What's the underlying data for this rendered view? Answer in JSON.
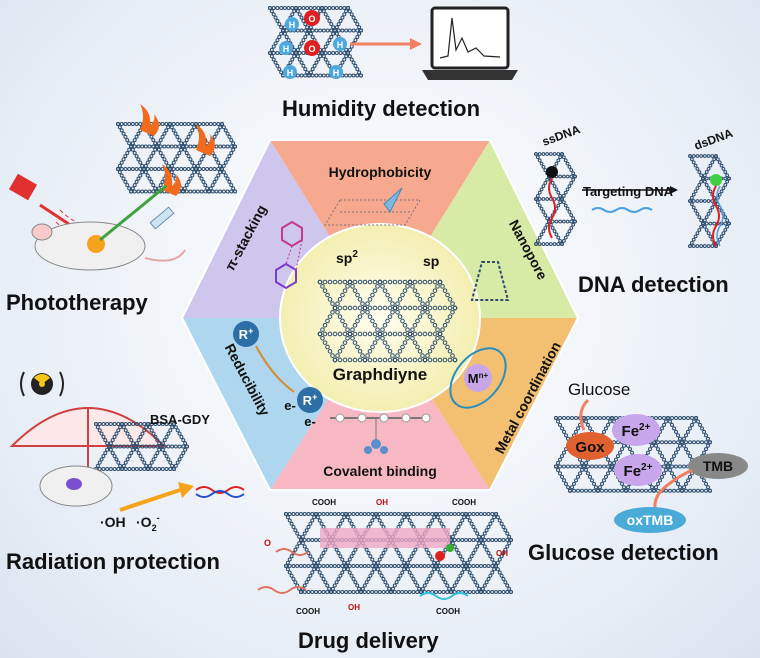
{
  "center": {
    "title": "Graphdiyne",
    "sp2": "sp",
    "sp2_sup": "2",
    "sp": "sp"
  },
  "segments": {
    "top": "Hydrophobicity",
    "upper_right": "Nanopore",
    "lower_right": "Metal coordination",
    "bottom": "Covalent binding",
    "lower_left": "Reducibility",
    "upper_left": "π-stacking"
  },
  "segment_marks": {
    "r_plus": "R",
    "r_plus_sup": "+",
    "e_minus": "e-",
    "m_n": "M",
    "m_n_sup": "n+"
  },
  "applications": {
    "humidity": "Humidity detection",
    "phototherapy": "Phototherapy",
    "dna": "DNA detection",
    "glucose": "Glucose detection",
    "radiation": "Radiation protection",
    "drug": "Drug delivery"
  },
  "humidity_marks": {
    "o": "O",
    "h": "H"
  },
  "dna_marks": {
    "ssdna": "ssDNA",
    "dsdna": "dsDNA",
    "targeting": "Targeting DNA"
  },
  "glucose_marks": {
    "glucose": "Glucose",
    "gox": "Gox",
    "fe": "Fe",
    "fe_sup": "2+",
    "tmb": "TMB",
    "oxtmb": "oxTMB"
  },
  "radiation_marks": {
    "bsa_gdy": "BSA-GDY",
    "oh": "·OH",
    "o2": "·O",
    "o2_sub": "2",
    "o2_sup": "-"
  },
  "drug_marks": {
    "cooh": "COOH",
    "oh": "OH",
    "o": "O"
  },
  "colors": {
    "hydrophobicity": "#f7a98f",
    "nanopore": "#d7eaa6",
    "metal_coordination": "#f2c070",
    "covalent_binding": "#f7b8c4",
    "reducibility": "#aed6ee",
    "pi_stacking": "#cfc6ee",
    "center": "#fbf7c8",
    "lattice": "#2f4e6e"
  }
}
